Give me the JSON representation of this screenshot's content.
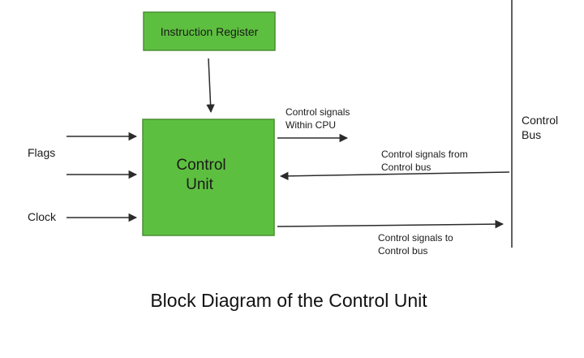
{
  "diagram": {
    "instruction_register": "Instruction Register",
    "control_unit_line1": "Control",
    "control_unit_line2": "Unit",
    "flags_label": "Flags",
    "clock_label": "Clock",
    "within_cpu_line1": "Control signals",
    "within_cpu_line2": "Within CPU",
    "from_bus_line1": "Control signals from",
    "from_bus_line2": "Control bus",
    "to_bus_line1": "Control signals to",
    "to_bus_line2": "Control bus",
    "control_bus_line1": "Control",
    "control_bus_line2": "Bus",
    "caption": "Block Diagram of the Control Unit"
  },
  "colors": {
    "box_fill": "#5dbf3f",
    "box_stroke": "#4a8f34",
    "line": "#2b2b2b"
  }
}
